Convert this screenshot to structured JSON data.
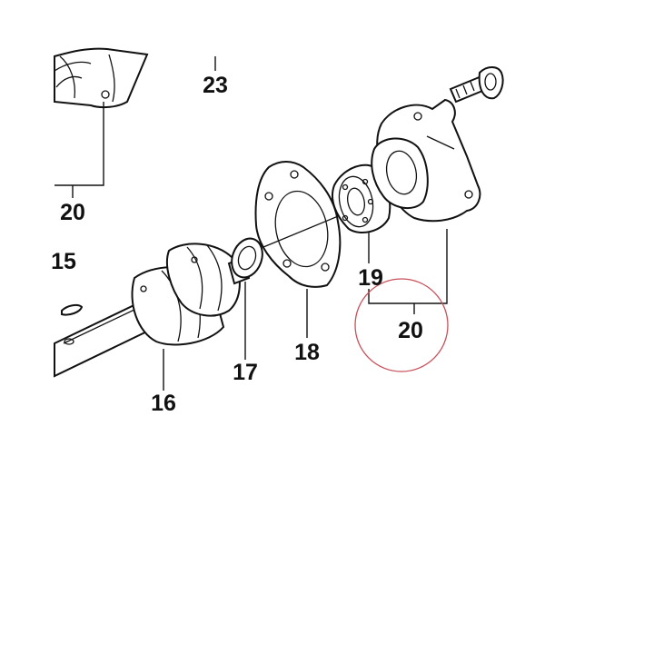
{
  "labels": {
    "p23": "23",
    "p20_top": "20",
    "p15": "15",
    "p16": "16",
    "p17": "17",
    "p18": "18",
    "p19": "19",
    "p20_main": "20"
  },
  "colors": {
    "ink": "#111111",
    "highlight_circle": "#c8505a",
    "background": "#ffffff"
  }
}
